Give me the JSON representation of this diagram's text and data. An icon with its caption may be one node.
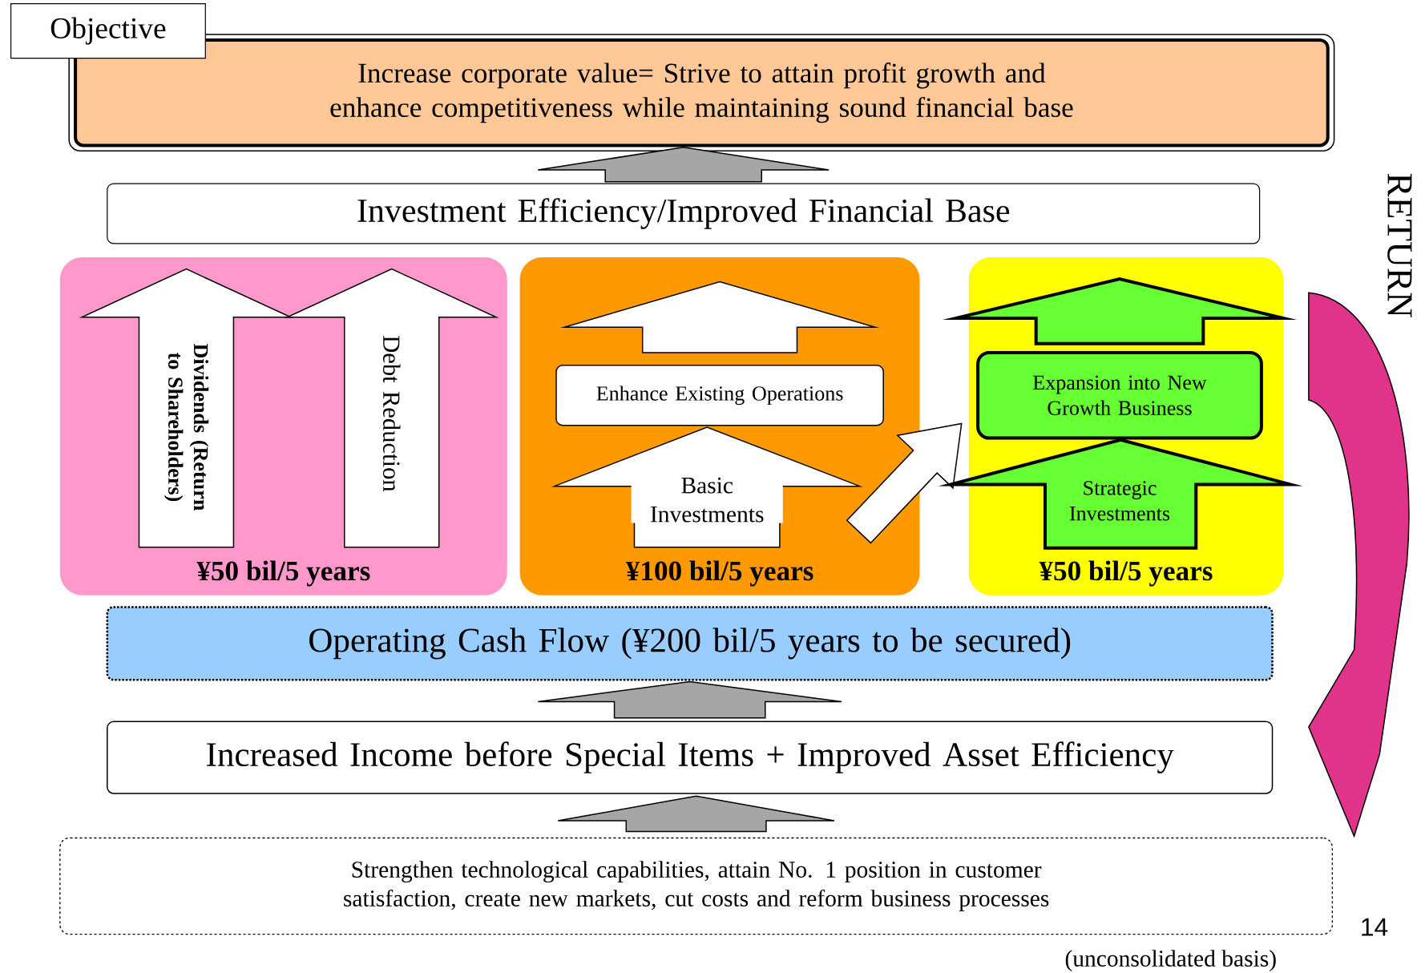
{
  "diagram": {
    "nodes": [
      {
        "text": [
          "Objective"
        ]
      },
      {
        "text": [
          "Increase corporate value= Strive to attain profit growth and enhance competitiveness while maintaining sound financial base"
        ]
      },
      {
        "text": [
          "Investment Efficiency/Improved Financial Base"
        ]
      },
      {
        "text": [
          "¥50 bil/5 years"
        ]
      },
      {
        "text": [
          "¥100 bil/5 years"
        ]
      },
      {
        "text": [
          "Enhance Existing Operations"
        ],
        "in": 4
      },
      {
        "text": [
          "¥50 bil/5 years"
        ]
      },
      {
        "text": [
          "Expansion into New Growth Business"
        ],
        "in": 6
      },
      {
        "text": [
          "Operating Cash Flow (¥200 bil/5 years to be secured)"
        ]
      },
      {
        "text": [
          "Increased Income before Special Items + Improved Asset Efficiency"
        ]
      },
      {
        "text": [
          "Strengthen technological capabilities, attain No. 1 position in customer satisfaction, create new markets, cut costs and reform business processes"
        ]
      }
    ],
    "edges": [
      {
        "from": 10,
        "to": 9,
        "arrow": "to"
      },
      {
        "from": 9,
        "to": 8,
        "arrow": "to"
      },
      {
        "from": 2,
        "to": 1,
        "arrow": "to"
      },
      {
        "from": 5,
        "to": 2,
        "arrow": "to",
        "color": "#ffffff"
      },
      {
        "from": null,
        "to": 5,
        "arrow": "to",
        "color": "#ffffff",
        "label": "Basic Investments"
      },
      {
        "from": null,
        "to": 2,
        "arrow": "to",
        "color": "#ffffff",
        "label": "Dividends (Return to Shareholders)"
      },
      {
        "from": null,
        "to": 2,
        "arrow": "to",
        "color": "#ffffff",
        "label": "Debt Reduction"
      },
      {
        "from": null,
        "to": 7,
        "arrow": "to",
        "color": "#ffffff"
      },
      {
        "from": 7,
        "to": 2,
        "arrow": "to",
        "color": "#66ff33",
        "style": "thick"
      },
      {
        "from": null,
        "to": 7,
        "arrow": "to",
        "color": "#66ff33",
        "style": "thick",
        "label": "Strategic Investments"
      },
      {
        "from": 6,
        "to": 10,
        "arrow": "to",
        "color": "#e0338a"
      }
    ],
    "labels": [
      "RETURN",
      "14",
      "(unconsolidated basis)"
    ]
  }
}
